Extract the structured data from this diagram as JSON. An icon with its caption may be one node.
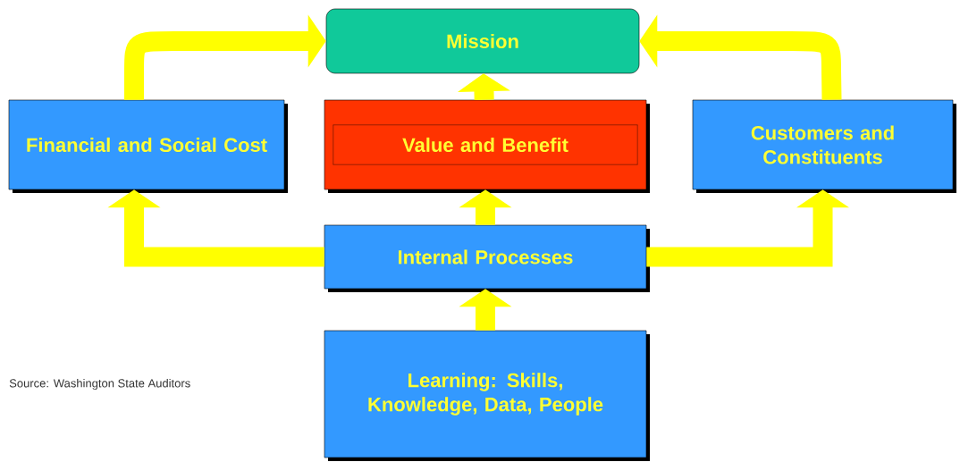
{
  "diagram": {
    "nodes": [
      {
        "text": [
          "Mission"
        ]
      },
      {
        "text": [
          "Financial and Social Cost"
        ]
      },
      {
        "text": [
          "Value and Benefit"
        ]
      },
      {
        "text": [
          "Customers and Constituents"
        ]
      },
      {
        "text": [
          "Internal Processes"
        ]
      },
      {
        "text": [
          "Learning: Skills, Knowledge, Data, People"
        ]
      }
    ],
    "edges": [
      {
        "from": 1,
        "to": 0,
        "arrow": "to"
      },
      {
        "from": 3,
        "to": 0,
        "arrow": "to"
      },
      {
        "from": 2,
        "to": 0,
        "arrow": "to"
      },
      {
        "from": 4,
        "to": 2,
        "arrow": "to"
      },
      {
        "from": 4,
        "to": 1,
        "arrow": "to"
      },
      {
        "from": 4,
        "to": 3,
        "arrow": "to"
      },
      {
        "from": 5,
        "to": 4,
        "arrow": "to"
      }
    ],
    "labels": [
      "Source: Washington State Auditors"
    ]
  }
}
